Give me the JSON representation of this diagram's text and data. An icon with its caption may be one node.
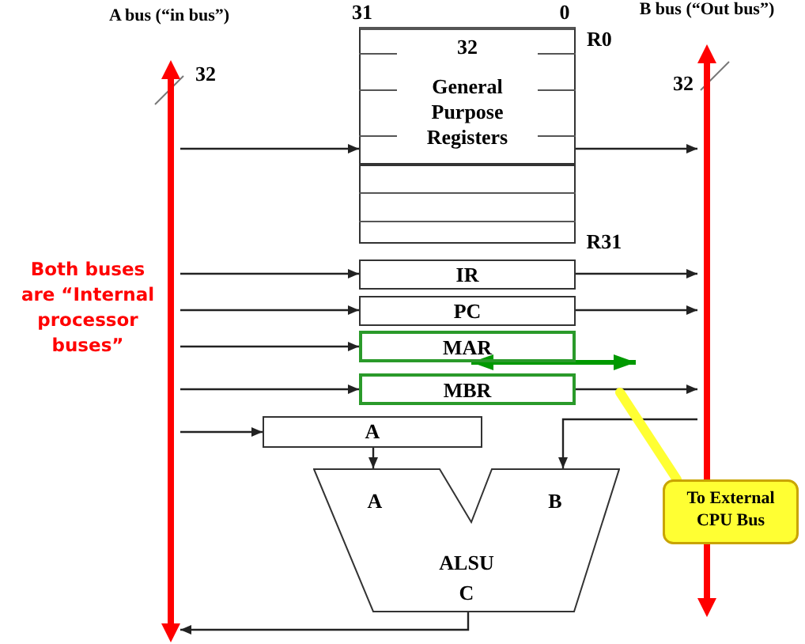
{
  "diagram": {
    "nodes": [
      {
        "text": [],
        "shape": "bar"
      },
      {
        "text": [],
        "shape": "bar"
      },
      {
        "text": [
          "32",
          "General Purpose Registers"
        ]
      },
      {
        "text": [
          "IR"
        ]
      },
      {
        "text": [
          "PC"
        ]
      },
      {
        "text": [
          "MAR"
        ]
      },
      {
        "text": [
          "MBR"
        ]
      },
      {
        "text": [
          "A"
        ]
      },
      {
        "text": [
          "A",
          "B",
          "ALSU",
          "C"
        ]
      },
      {
        "text": [
          "To External CPU Bus"
        ]
      }
    ],
    "edges": [
      {
        "from": 0,
        "to": 2,
        "arrow": "to"
      },
      {
        "from": 2,
        "to": 1,
        "arrow": "to"
      },
      {
        "from": 0,
        "to": 3,
        "arrow": "to"
      },
      {
        "from": 3,
        "to": 1,
        "arrow": "to"
      },
      {
        "from": 0,
        "to": 4,
        "arrow": "to"
      },
      {
        "from": 4,
        "to": 1,
        "arrow": "to"
      },
      {
        "from": 0,
        "to": 5,
        "arrow": "to"
      },
      {
        "from": 0,
        "to": 6,
        "arrow": "to"
      },
      {
        "from": 6,
        "to": 1,
        "arrow": "to"
      },
      {
        "from": 0,
        "to": 7,
        "arrow": "to"
      },
      {
        "from": 7,
        "to": 8,
        "arrow": "to"
      },
      {
        "from": 1,
        "to": 8,
        "arrow": "to"
      },
      {
        "from": 8,
        "to": 0,
        "arrow": "to"
      },
      {
        "from": 5,
        "to": null,
        "arrow": "both",
        "style": "thick",
        "color": "#009900"
      },
      {
        "from": 9,
        "to": null,
        "arrow": "none",
        "style": "thick",
        "color": "#ffff33"
      }
    ],
    "labels": [
      "A bus (“in bus”)",
      "31",
      "0",
      "B bus (“Out bus”)",
      "R0",
      "32",
      "32",
      "R31",
      "Both buses are “Internal processor buses”"
    ]
  }
}
